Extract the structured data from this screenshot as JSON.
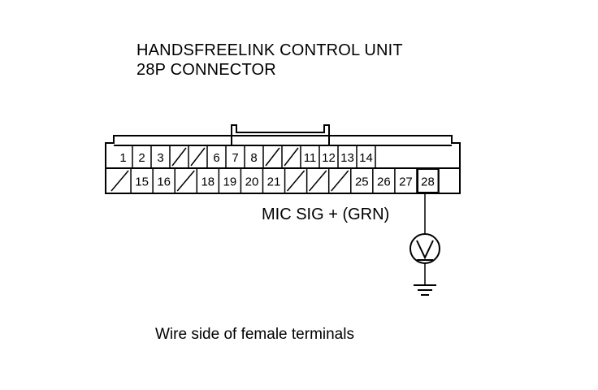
{
  "title": {
    "line1": "HANDSFREELINK CONTROL UNIT",
    "line2": "28P CONNECTOR"
  },
  "connector": {
    "row1": [
      "1",
      "2",
      "3",
      "",
      "",
      "6",
      "7",
      "8",
      "",
      "",
      "11",
      "12",
      "13",
      "14"
    ],
    "row2": [
      "",
      "15",
      "16",
      "",
      "18",
      "19",
      "20",
      "21",
      "",
      "",
      "",
      "25",
      "26",
      "27",
      "28"
    ],
    "highlighted_terminal": "28"
  },
  "wire": {
    "label": "MIC SIG +  (GRN)"
  },
  "meter": {
    "symbol": "V"
  },
  "caption": "Wire side of female terminals"
}
